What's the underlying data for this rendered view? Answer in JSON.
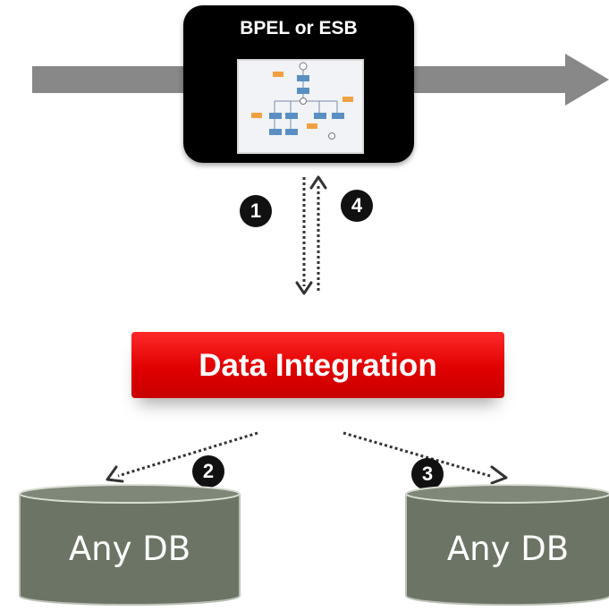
{
  "bpel": {
    "title": "BPEL or ESB"
  },
  "data_integration": {
    "label": "Data Integration"
  },
  "steps": [
    "1",
    "2",
    "3",
    "4"
  ],
  "databases": [
    {
      "label": "Any DB"
    },
    {
      "label": "Any DB"
    }
  ],
  "colors": {
    "flow_arrow": "#888888",
    "box": "#000000",
    "accent_red": "#e60000",
    "db": "#6c7565"
  }
}
